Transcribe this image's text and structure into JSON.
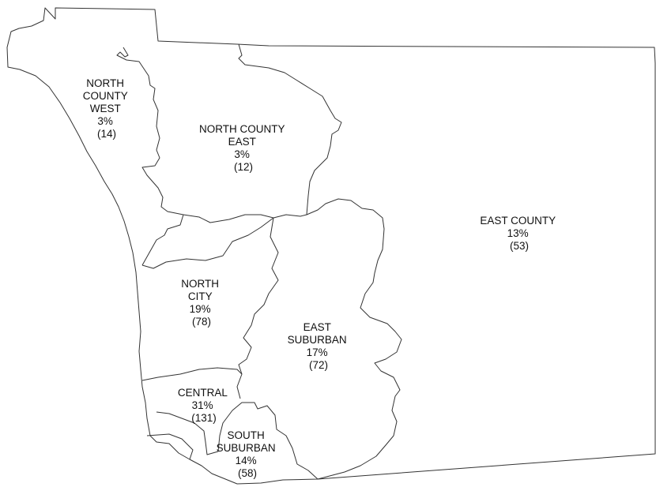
{
  "regions": [
    {
      "name": "NORTH COUNTY WEST",
      "lines": [
        "NORTH",
        "COUNTY",
        "WEST",
        "3%",
        "(14)"
      ],
      "percent": 3,
      "count": 14
    },
    {
      "name": "NORTH COUNTY EAST",
      "lines": [
        "NORTH COUNTY",
        "EAST",
        "3%",
        "(12)"
      ],
      "percent": 3,
      "count": 12
    },
    {
      "name": "EAST COUNTY",
      "lines": [
        "EAST COUNTY",
        "13%",
        "(53)"
      ],
      "percent": 13,
      "count": 53
    },
    {
      "name": "NORTH CITY",
      "lines": [
        "NORTH",
        "CITY",
        "19%",
        "(78)"
      ],
      "percent": 19,
      "count": 78
    },
    {
      "name": "EAST SUBURBAN",
      "lines": [
        "EAST",
        "SUBURBAN",
        "17%",
        "(72)"
      ],
      "percent": 17,
      "count": 72
    },
    {
      "name": "CENTRAL",
      "lines": [
        "CENTRAL",
        "31%",
        "(131)"
      ],
      "percent": 31,
      "count": 131
    },
    {
      "name": "SOUTH SUBURBAN",
      "lines": [
        "SOUTH",
        "SUBURBAN",
        "14%",
        "(58)"
      ],
      "percent": 14,
      "count": 58
    }
  ]
}
